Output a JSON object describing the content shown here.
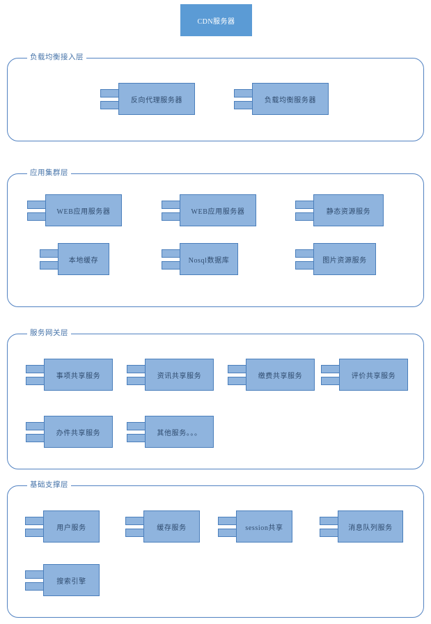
{
  "diagram": {
    "title": "CDN服务器",
    "top_node": {
      "label": "CDN服务器",
      "fill": "#5B9BD5",
      "text_color": "#FFFFFF"
    },
    "node_style": {
      "fill": "#8FB4DE",
      "border": "#4A7EBB",
      "text_color": "#2F4B6E"
    },
    "layer_style": {
      "border": "#5081C1",
      "title_color": "#4472A8",
      "background": "#FFFFFF"
    },
    "layers": [
      {
        "id": "load-balance",
        "label": "负载均衡接入层",
        "nodes": [
          {
            "label": "反向代理服务器"
          },
          {
            "label": "负载均衡服务器"
          }
        ]
      },
      {
        "id": "application-cluster",
        "label": "应用集群层",
        "nodes": [
          {
            "label": "WEB应用服务器"
          },
          {
            "label": "WEB应用服务器"
          },
          {
            "label": "静态资源服务"
          },
          {
            "label": "本地缓存"
          },
          {
            "label": "Nosql数据库"
          },
          {
            "label": "图片资源服务"
          }
        ]
      },
      {
        "id": "service-gateway",
        "label": "服务网关层",
        "nodes": [
          {
            "label": "事项共享服务"
          },
          {
            "label": "资讯共享服务"
          },
          {
            "label": "缴费共享服务"
          },
          {
            "label": "评价共享服务"
          },
          {
            "label": "办件共享服务"
          },
          {
            "label": "其他服务。。。"
          }
        ]
      },
      {
        "id": "basic-support",
        "label": "基础支撑层",
        "nodes": [
          {
            "label": "用户服务"
          },
          {
            "label": "缓存服务"
          },
          {
            "label": "session共享"
          },
          {
            "label": "消息队列服务"
          },
          {
            "label": "搜索引擎"
          }
        ]
      }
    ]
  }
}
